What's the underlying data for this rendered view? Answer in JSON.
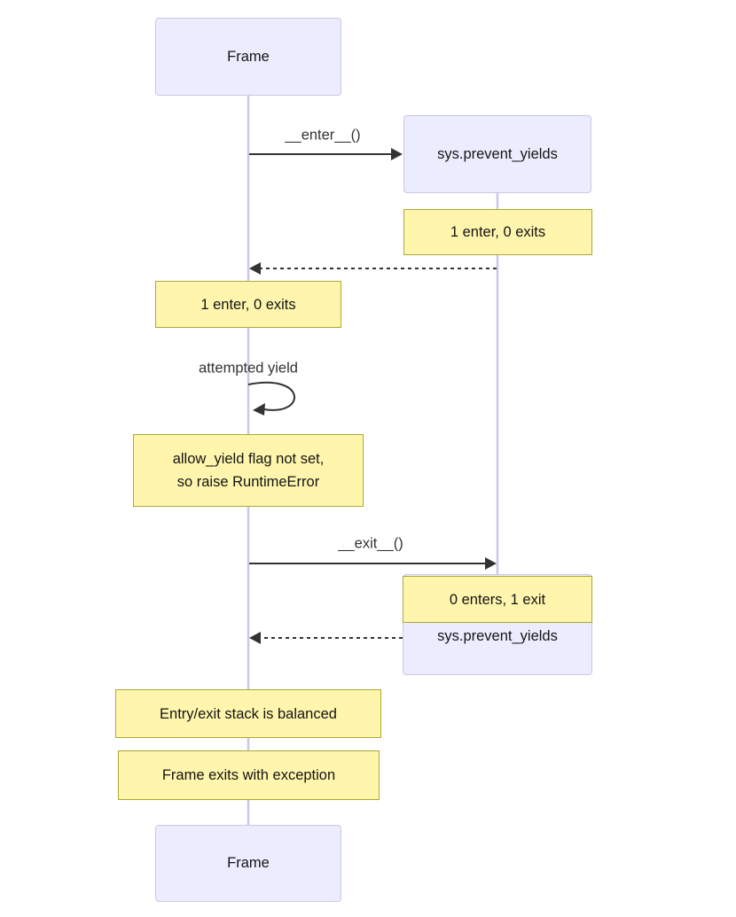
{
  "diagram": {
    "type": "sequence-diagram",
    "actors": {
      "frame": {
        "label": "Frame"
      },
      "sys": {
        "label": "sys.prevent_yields"
      }
    },
    "messages": {
      "enter": "__enter__()",
      "self_loop": "attempted yield",
      "exit": "__exit__()"
    },
    "notes": {
      "sys_enter": "1 enter, 0 exits",
      "frame_enter": "1 enter, 0 exits",
      "yield_error": "allow_yield flag not set,\nso raise RuntimeError",
      "sys_exit": "0 enters, 1 exit",
      "stack_balanced": "Entry/exit stack is balanced",
      "frame_exception": "Frame exits with exception"
    },
    "colors": {
      "actor_fill": "#ECECFF",
      "actor_border": "#CBC7E6",
      "note_fill": "#FFF5AD",
      "note_border": "#AAAA33",
      "arrow_line": "#333333",
      "lifeline": "#CCC7EA",
      "text": "#141414"
    }
  }
}
